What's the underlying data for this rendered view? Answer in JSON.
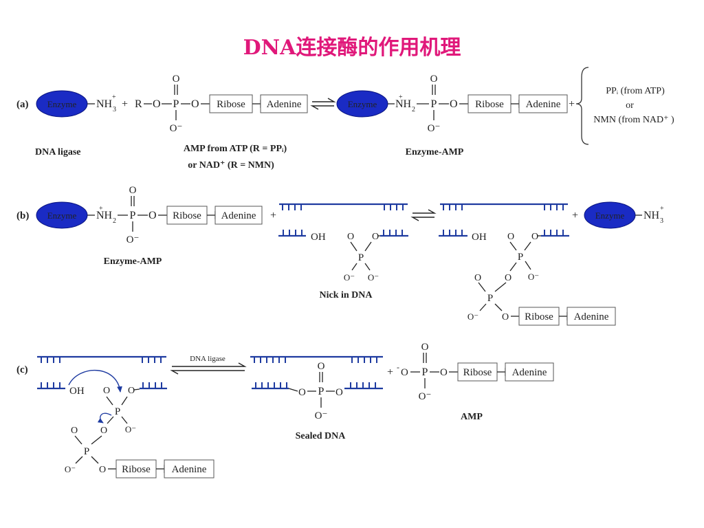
{
  "title": "DNA连接酶的作用机理",
  "colors": {
    "title": "#e0187a",
    "enzyme": "#1a2bc4",
    "dna": "#1d3aa0",
    "arrow": "#1d3aa0"
  },
  "enzyme_label": "Enzyme",
  "ribose": "Ribose",
  "adenine": "Adenine",
  "panel_a": {
    "label": "(a)",
    "nh3": "NH",
    "nh3_sub": "3",
    "nh3_sup": "+",
    "plus": "+",
    "r_group": "R",
    "o": "O",
    "p": "P",
    "o_minus": "O⁻",
    "nh2": "NH",
    "nh2_sub": "2",
    "caption_ligase": "DNA ligase",
    "caption_amp_line1": "AMP from ATP (R = PPᵢ)",
    "caption_amp_line2": "or NAD⁺ (R = NMN)",
    "caption_enzyme_amp": "Enzyme-AMP",
    "product_line1": "PPᵢ (from ATP)",
    "product_line2": "or",
    "product_line3": "NMN (from NAD⁺ )"
  },
  "panel_b": {
    "label": "(b)",
    "caption_enzyme_amp": "Enzyme-AMP",
    "oh": "OH",
    "caption_nick": "Nick in DNA"
  },
  "panel_c": {
    "label": "(c)",
    "arrow_label": "DNA ligase",
    "oh": "OH",
    "caption_sealed": "Sealed DNA",
    "caption_amp": "AMP"
  }
}
